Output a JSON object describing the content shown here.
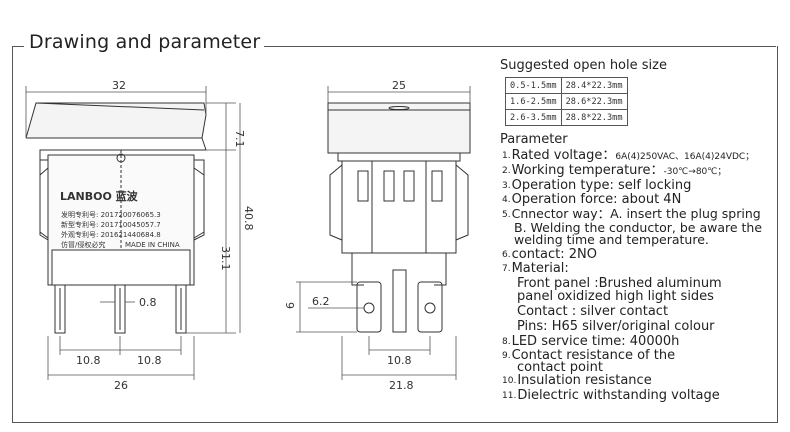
{
  "header": {
    "title": "Drawing and parameter"
  },
  "side_view": {
    "brand": "LANBOO 蓝波",
    "patents": [
      "发明专利号: 201720076065.3",
      "新型专利号: 201710045057.7",
      "外观专利号: 201621440684.8"
    ],
    "notice": "仿冒/侵权必究",
    "origin": "MADE IN CHINA",
    "dims": {
      "top_width": "32",
      "cap_height": "7.1",
      "body_height": "31.1",
      "total_height": "40.8",
      "pin_width": "0.8",
      "pin_pitch_left": "10.8",
      "pin_pitch_right": "10.8",
      "base_width": "26"
    }
  },
  "front_view": {
    "dims": {
      "top_width": "25",
      "pin_offset": "6.2",
      "pin_height": "9",
      "pin_pitch": "10.8",
      "base_width": "21.8"
    }
  },
  "hole_size": {
    "title": "Suggested open hole size",
    "rows": [
      {
        "range": "0.5-1.5mm",
        "size": "28.4*22.3mm"
      },
      {
        "range": "1.6-2.5mm",
        "size": "28.6*22.3mm"
      },
      {
        "range": "2.6-3.5mm",
        "size": "28.8*22.3mm"
      }
    ]
  },
  "parameters": {
    "title": "Parameter",
    "items": [
      {
        "num": "1.",
        "label": "Rated voltage：",
        "value": "6A(4)250VAC、16A(4)24VDC；"
      },
      {
        "num": "2.",
        "label": "Working temperature：",
        "value": "-30℃→80℃；"
      },
      {
        "num": "3.",
        "label": "Operation type: self locking"
      },
      {
        "num": "4.",
        "label": "Operation force: about 4N"
      },
      {
        "num": "5.",
        "label": "Cnnector way：A. insert the plug spring"
      },
      {
        "num": "",
        "label": "B. Welding the conductor, be aware the"
      },
      {
        "num": "",
        "label": "welding time and temperature."
      },
      {
        "num": "6.",
        "label": "contact: 2NO"
      },
      {
        "num": "7.",
        "label": "Material:"
      },
      {
        "num": "",
        "label": "Front panel :Brushed aluminum"
      },
      {
        "num": "",
        "label": "panel oxidized high light sides"
      },
      {
        "num": "",
        "label": "Contact : silver contact"
      },
      {
        "num": "",
        "label": "Pins: H65 silver/original colour"
      },
      {
        "num": "8.",
        "label": "LED service time: 40000h"
      },
      {
        "num": "9.",
        "label": "Contact resistance of the"
      },
      {
        "num": "",
        "label": "contact point"
      },
      {
        "num": "10.",
        "label": "Insulation resistance"
      },
      {
        "num": "11.",
        "label": "Dielectric withstanding voltage"
      }
    ]
  }
}
